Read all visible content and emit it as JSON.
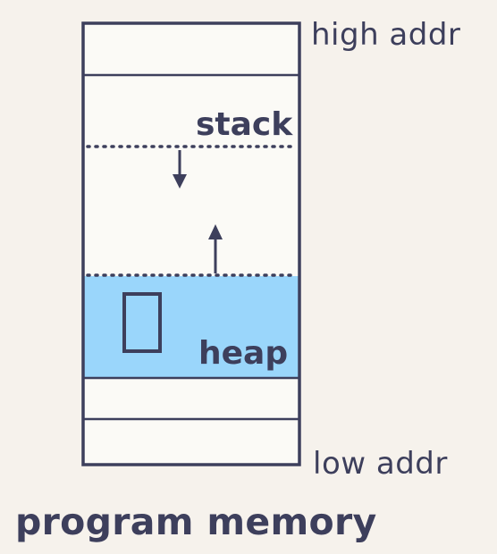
{
  "diagram": {
    "title": "program memory",
    "high_label": "high addr",
    "low_label": "low addr",
    "stack_label": "stack",
    "heap_label": "heap"
  },
  "colors": {
    "background": "#f6f2ec",
    "memory_block": "#fbfaf6",
    "heap_fill": "#9ad6fb",
    "ink": "#3d3f5c"
  }
}
